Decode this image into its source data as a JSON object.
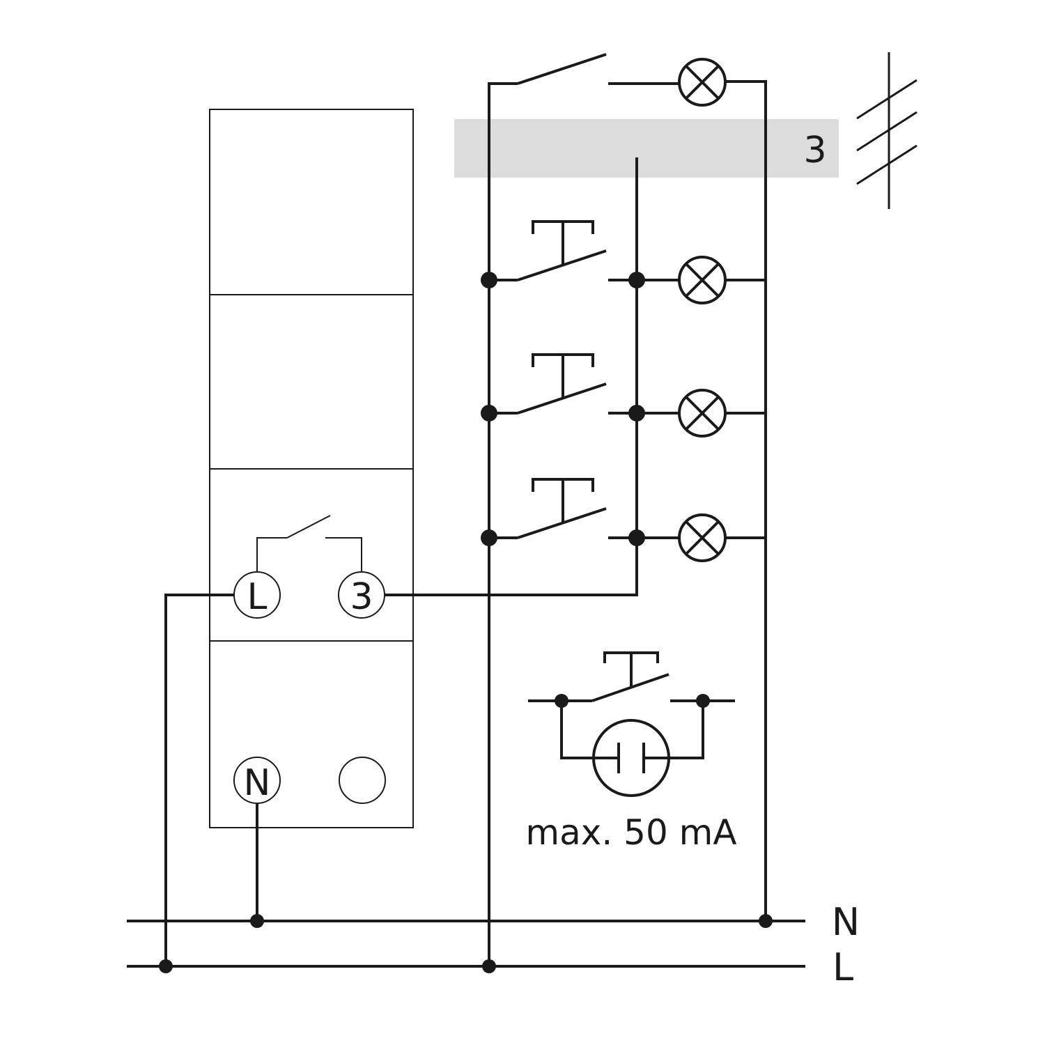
{
  "bundle_label": "3",
  "device": {
    "terminal_l": "L",
    "terminal_3": "3",
    "terminal_n": "N"
  },
  "note": "max. 50 mA",
  "bus": {
    "neutral": "N",
    "live": "L"
  },
  "colors": {
    "line": "#1a1a1a",
    "highlight_band": "#dcdcdc",
    "background": "#ffffff"
  }
}
